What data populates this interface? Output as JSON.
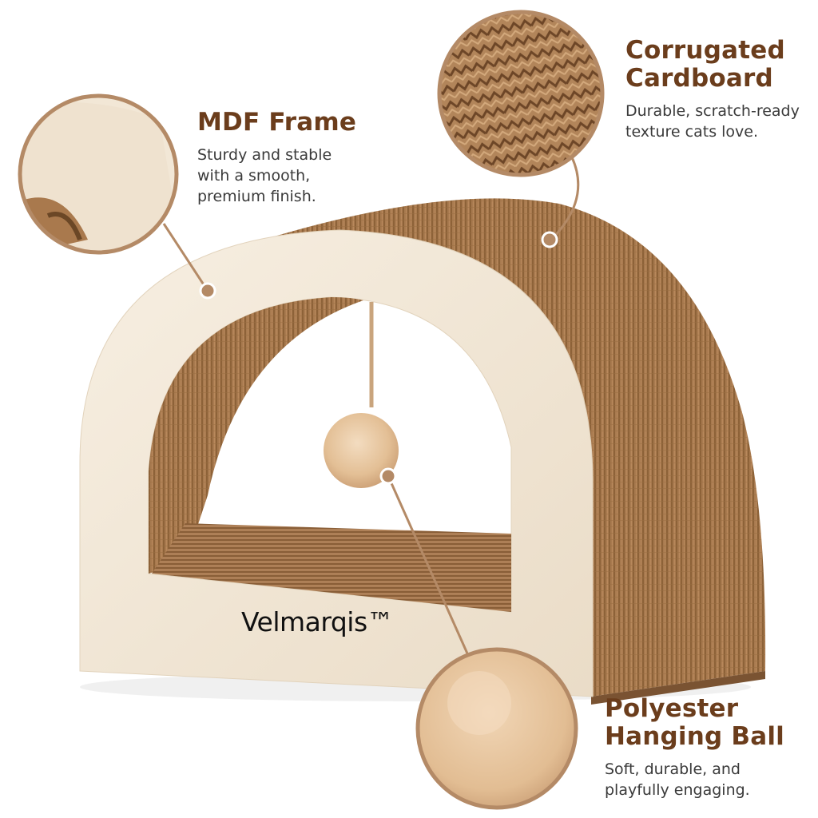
{
  "callouts": {
    "mdf": {
      "title": "MDF Frame",
      "description": "Sturdy and stable with a smooth, premium finish."
    },
    "cardboard": {
      "title": "Corrugated Cardboard",
      "title_line1": "Corrugated",
      "title_line2": "Cardboard",
      "description": "Durable, scratch-ready texture cats love."
    },
    "ball": {
      "title": "Polyester Hanging Ball",
      "title_line1": "Polyester",
      "title_line2": "Hanging Ball",
      "description": "Soft, durable, and playfully engaging."
    }
  },
  "brand": "Velmarqis™",
  "colors": {
    "accent_brown": "#6b3d1c",
    "ring_tan": "#b48a66",
    "text_dark": "#3a3a3a",
    "frame_cream": "#f4eadb",
    "cardboard": "#a87a4f",
    "cardboard_dark": "#7a5332",
    "ball": "#e8c9a2"
  }
}
